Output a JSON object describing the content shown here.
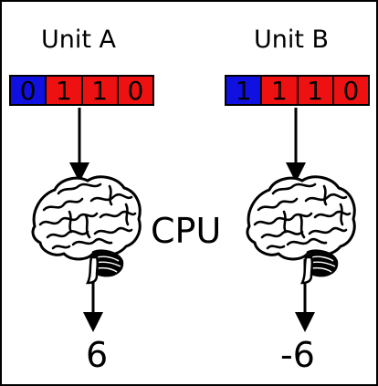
{
  "unit_a": {
    "label": "Unit A",
    "bits": [
      {
        "value": "0",
        "color": "#1010e0"
      },
      {
        "value": "1",
        "color": "#ee1111"
      },
      {
        "value": "1",
        "color": "#ee1111"
      },
      {
        "value": "0",
        "color": "#ee1111"
      }
    ],
    "result": "6"
  },
  "unit_b": {
    "label": "Unit B",
    "bits": [
      {
        "value": "1",
        "color": "#1010e0"
      },
      {
        "value": "1",
        "color": "#ee1111"
      },
      {
        "value": "1",
        "color": "#ee1111"
      },
      {
        "value": "0",
        "color": "#ee1111"
      }
    ],
    "result": "-6"
  },
  "cpu_label": "CPU",
  "icons": {
    "brain": "brain-icon",
    "arrow": "arrow-down-icon"
  }
}
